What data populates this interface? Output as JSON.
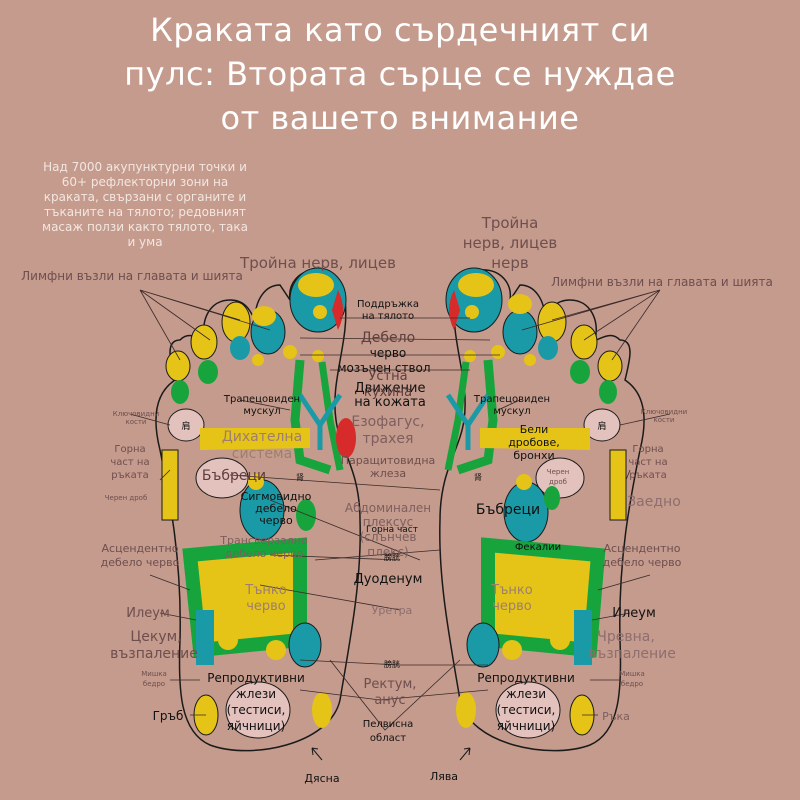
{
  "title": {
    "line1": "Краката като сърдечният си",
    "line2": "пулс: Втората сърце се нуждае",
    "line3": "от вашето внимание"
  },
  "subtitle": {
    "line1": "Над 7000 акупунктурни точки и",
    "line2": "60+ рефлекторни зони на",
    "line3": "краката, свързани с органите и",
    "line4": "тъканите на тялото; редовният",
    "line5": "масаж ползи както тялото, така",
    "line6": "и ума"
  },
  "colors": {
    "background": "#c49b8c",
    "yellow": "#e5c417",
    "teal": "#1a9aa6",
    "green": "#18a43c",
    "red": "#d72a2a",
    "pink": "#e3c1bd",
    "outline": "#1a1a1a"
  },
  "labels": {
    "trigeminal_left": "Тройна нерв, лицев",
    "trigeminal_right_1": "Тройна",
    "trigeminal_right_2": "нерв, лицев",
    "trigeminal_right_3": "нерв",
    "lymph_left": "Лимфни възли на главата и шията",
    "lymph_right": "Лимфни възли на главата и шията",
    "support_1": "Поддръжка",
    "support_2": "на тялото",
    "colon": "Дебело",
    "colon2": "черво",
    "brainstem": "мозъчен ствол",
    "mouth1": "Устна",
    "mouth2": "Движение",
    "mouth3": "кухина",
    "skin": "на кожата",
    "trapezius_left_1": "Трапецовиден",
    "trapezius_left_2": "мускул",
    "trapezius_right_1": "Трапецовиден",
    "trapezius_right_2": "мускул",
    "esophagus1": "Езофагус,",
    "esophagus2": "трахея",
    "breathing1": "Дихателна",
    "breathing2": "система",
    "lungs1": "Бели",
    "lungs2": "дробове,",
    "lungs3": "бронхи",
    "parathyroid1": "Паращитовидна",
    "parathyroid2": "жлеза",
    "clavicle_left_1": "Ключовидни",
    "clavicle_left_2": "кости",
    "clavicle_right_1": "Ключовидни",
    "clavicle_right_2": "кости",
    "upper_arm_left_1": "Горна",
    "upper_arm_left_2": "част на",
    "upper_arm_left_3": "ръката",
    "upper_arm_right_1": "Горна",
    "upper_arm_right_2": "част на",
    "upper_arm_right_3": "ръката",
    "liver_left": "Черен дроб",
    "liver_right_1": "Черен",
    "liver_right_2": "дроб",
    "kidneys_left": "Бъбреци",
    "kidneys_right": "Бъбреци",
    "sigmoid1": "Сигмовидно",
    "sigmoid2": "дебело",
    "sigmoid3": "черво",
    "abdominal1": "Абдоминален",
    "abdominal2": "плексус",
    "abdominal3": "(слънчев",
    "abdominal4": "плекс)",
    "upper_part": "Горна част",
    "transverse1": "Трансверзално",
    "transverse2": "дебело черво",
    "duodenum": "Дуоденум",
    "fecal": "Фекалии",
    "together": "Заедно",
    "ascending_left_1": "Асцендентно",
    "ascending_left_2": "дебело черво",
    "ascending_right_1": "Асцендентно",
    "ascending_right_2": "дебело черво",
    "small_left_1": "Тънко",
    "small_left_2": "черво",
    "small_right_1": "Тънко",
    "small_right_2": "черво",
    "urethra": "Уретра",
    "ileum_left": "Илеум",
    "ileum_right": "Илеум",
    "cecum1": "Цекум,",
    "cecum2": "възпаление",
    "intestinal1": "Чревна,",
    "intestinal2": "възпаление",
    "thigh_left_1": "Мишка",
    "thigh_left_2": "бедро",
    "thigh_right_1": "Мишка",
    "thigh_right_2": "бедро",
    "rectum1": "Ректум,",
    "rectum2": "анус",
    "repro_left_1": "Репродуктивни",
    "repro_left_2": "жлези",
    "repro_left_3": "(тестиси,",
    "repro_left_4": "яйчници)",
    "repro_right_1": "Репродуктивни",
    "repro_right_2": "жлези",
    "repro_right_3": "(тестиси,",
    "repro_right_4": "яйчници)",
    "back": "Гръб",
    "hand": "Ръка",
    "pelvic1": "Пелвисна",
    "pelvic2": "област",
    "right_foot": "Дясна",
    "left_foot": "Лява",
    "cjk_upper": "膀胱",
    "cjk_lower": "膀胱",
    "cjk_left": "肾",
    "cjk_right": "肾",
    "cjk_shoulder_left": "肩",
    "cjk_shoulder_right": "肩"
  }
}
